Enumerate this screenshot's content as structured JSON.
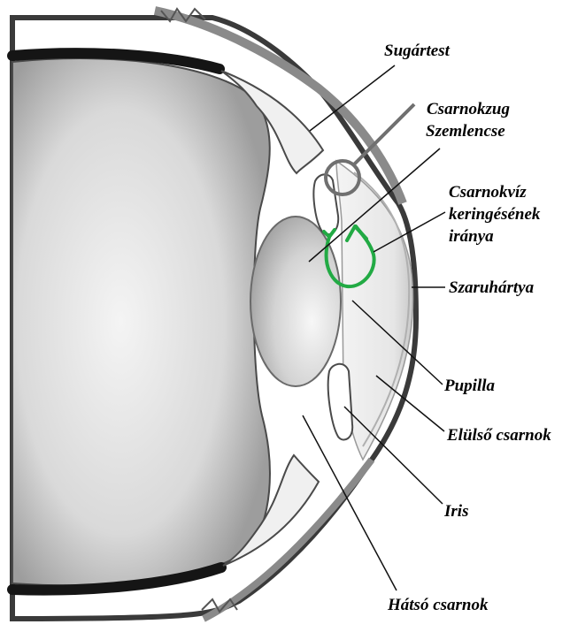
{
  "labels": {
    "ciliary_body": "Sugártest",
    "chamber_angle": "Csarnokzug",
    "lens": "Szemlencse",
    "aqueous_flow_line1": "Csarnokvíz",
    "aqueous_flow_line2": "keringésének",
    "aqueous_flow_line3": "iránya",
    "cornea": "Szaruhártya",
    "pupil": "Pupilla",
    "anterior_chamber": "Elülső csarnok",
    "iris": "Iris",
    "posterior_chamber": "Hátsó csarnok"
  },
  "colors": {
    "flow_arrow": "#22aa44",
    "angle_marker": "#707070"
  }
}
